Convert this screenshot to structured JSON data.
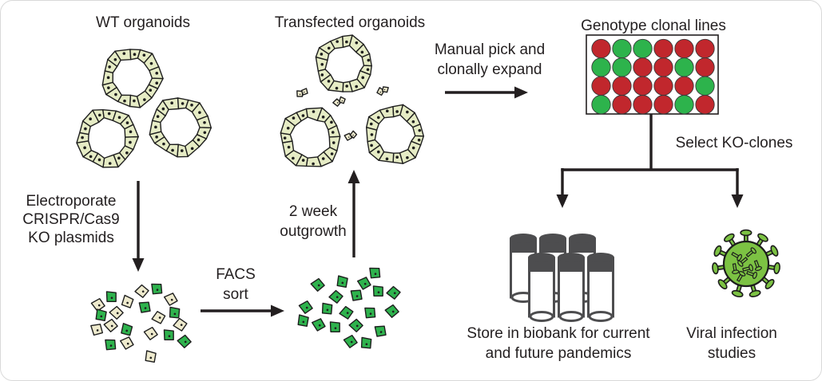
{
  "labels": {
    "wt_organoids": "WT organoids",
    "transfected_organoids": "Transfected organoids",
    "genotype_clonal_lines": "Genotype clonal lines",
    "electroporate": "Electroporate\nCRISPR/Cas9\nKO plasmids",
    "facs_sort": "FACS\nsort",
    "outgrowth": "2 week\noutgrowth",
    "manual_pick": "Manual pick and\nclonally expand",
    "select_ko_clones": "Select KO-clones",
    "biobank": "Store in biobank for current\nand future pandemics",
    "viral_infection": "Viral infection\nstudies"
  },
  "plate": {
    "rows": 4,
    "cols": 6,
    "well_pattern": [
      [
        "red",
        "green",
        "green",
        "red",
        "red",
        "red"
      ],
      [
        "green",
        "green",
        "red",
        "red",
        "green",
        "red"
      ],
      [
        "red",
        "red",
        "red",
        "red",
        "red",
        "green"
      ],
      [
        "green",
        "red",
        "red",
        "red",
        "green",
        "red"
      ]
    ]
  },
  "colors": {
    "outline_black": "#231f20",
    "well_red": "#c1272d",
    "well_green": "#2db34c",
    "cell_green": "#2eb34d",
    "cell_pale": "#eeeacd",
    "organoid_cell_fill": "#e6ecc5",
    "vial_gray": "#4d4d4f",
    "virus_green": "#7cc243"
  },
  "icons": {
    "organoid_ring": "ring of epithelial cells",
    "single_cells": "dissociated single cells",
    "well_plate": "multiwell plate of red/green genotyped clones",
    "cryovial": "biobank storage vial",
    "virus": "coronavirus particle"
  }
}
